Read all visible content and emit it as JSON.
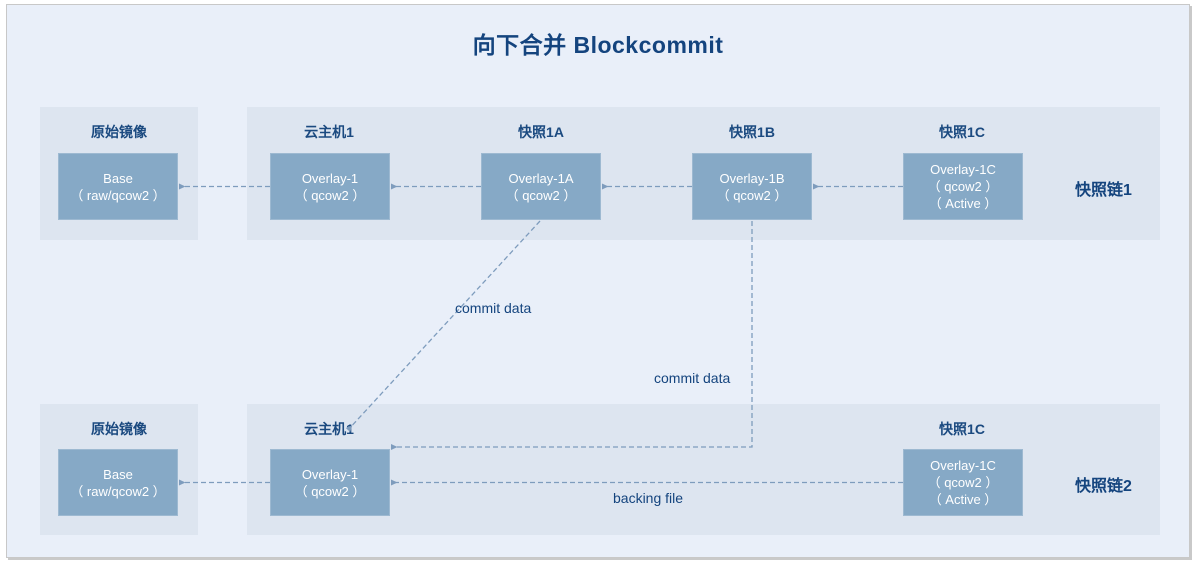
{
  "title": "向下合并 Blockcommit",
  "colors": {
    "page_background": "#e9eff9",
    "panel_background": "#dde5f0",
    "node_fill": "#86a9c6",
    "node_text": "#ffffff",
    "accent_text": "#14447e",
    "edge_stroke": "#7e9cbd"
  },
  "chains": [
    {
      "id": "chain1",
      "label": "快照链1",
      "groups": [
        {
          "caption": "原始镜像",
          "node": {
            "lines": [
              "Base",
              "（ raw/qcow2 ）"
            ]
          }
        },
        {
          "caption": "云主机1",
          "node": {
            "lines": [
              "Overlay-1",
              "（ qcow2 ）"
            ]
          }
        },
        {
          "caption": "快照1A",
          "node": {
            "lines": [
              "Overlay-1A",
              "（ qcow2 ）"
            ]
          }
        },
        {
          "caption": "快照1B",
          "node": {
            "lines": [
              "Overlay-1B",
              "（ qcow2 ）"
            ]
          }
        },
        {
          "caption": "快照1C",
          "node": {
            "lines": [
              "Overlay-1C",
              "（ qcow2 ）",
              "（ Active ）"
            ]
          }
        }
      ]
    },
    {
      "id": "chain2",
      "label": "快照链2",
      "groups": [
        {
          "caption": "原始镜像",
          "node": {
            "lines": [
              "Base",
              "（ raw/qcow2 ）"
            ]
          }
        },
        {
          "caption": "云主机1",
          "node": {
            "lines": [
              "Overlay-1",
              "（ qcow2 ）"
            ]
          }
        },
        {
          "caption": "快照1C",
          "node": {
            "lines": [
              "Overlay-1C",
              "（ qcow2 ）",
              "（ Active ）"
            ]
          }
        }
      ]
    }
  ],
  "edge_labels": {
    "commit_data_a": "commit data",
    "commit_data_b": "commit data",
    "backing_file": "backing file"
  }
}
